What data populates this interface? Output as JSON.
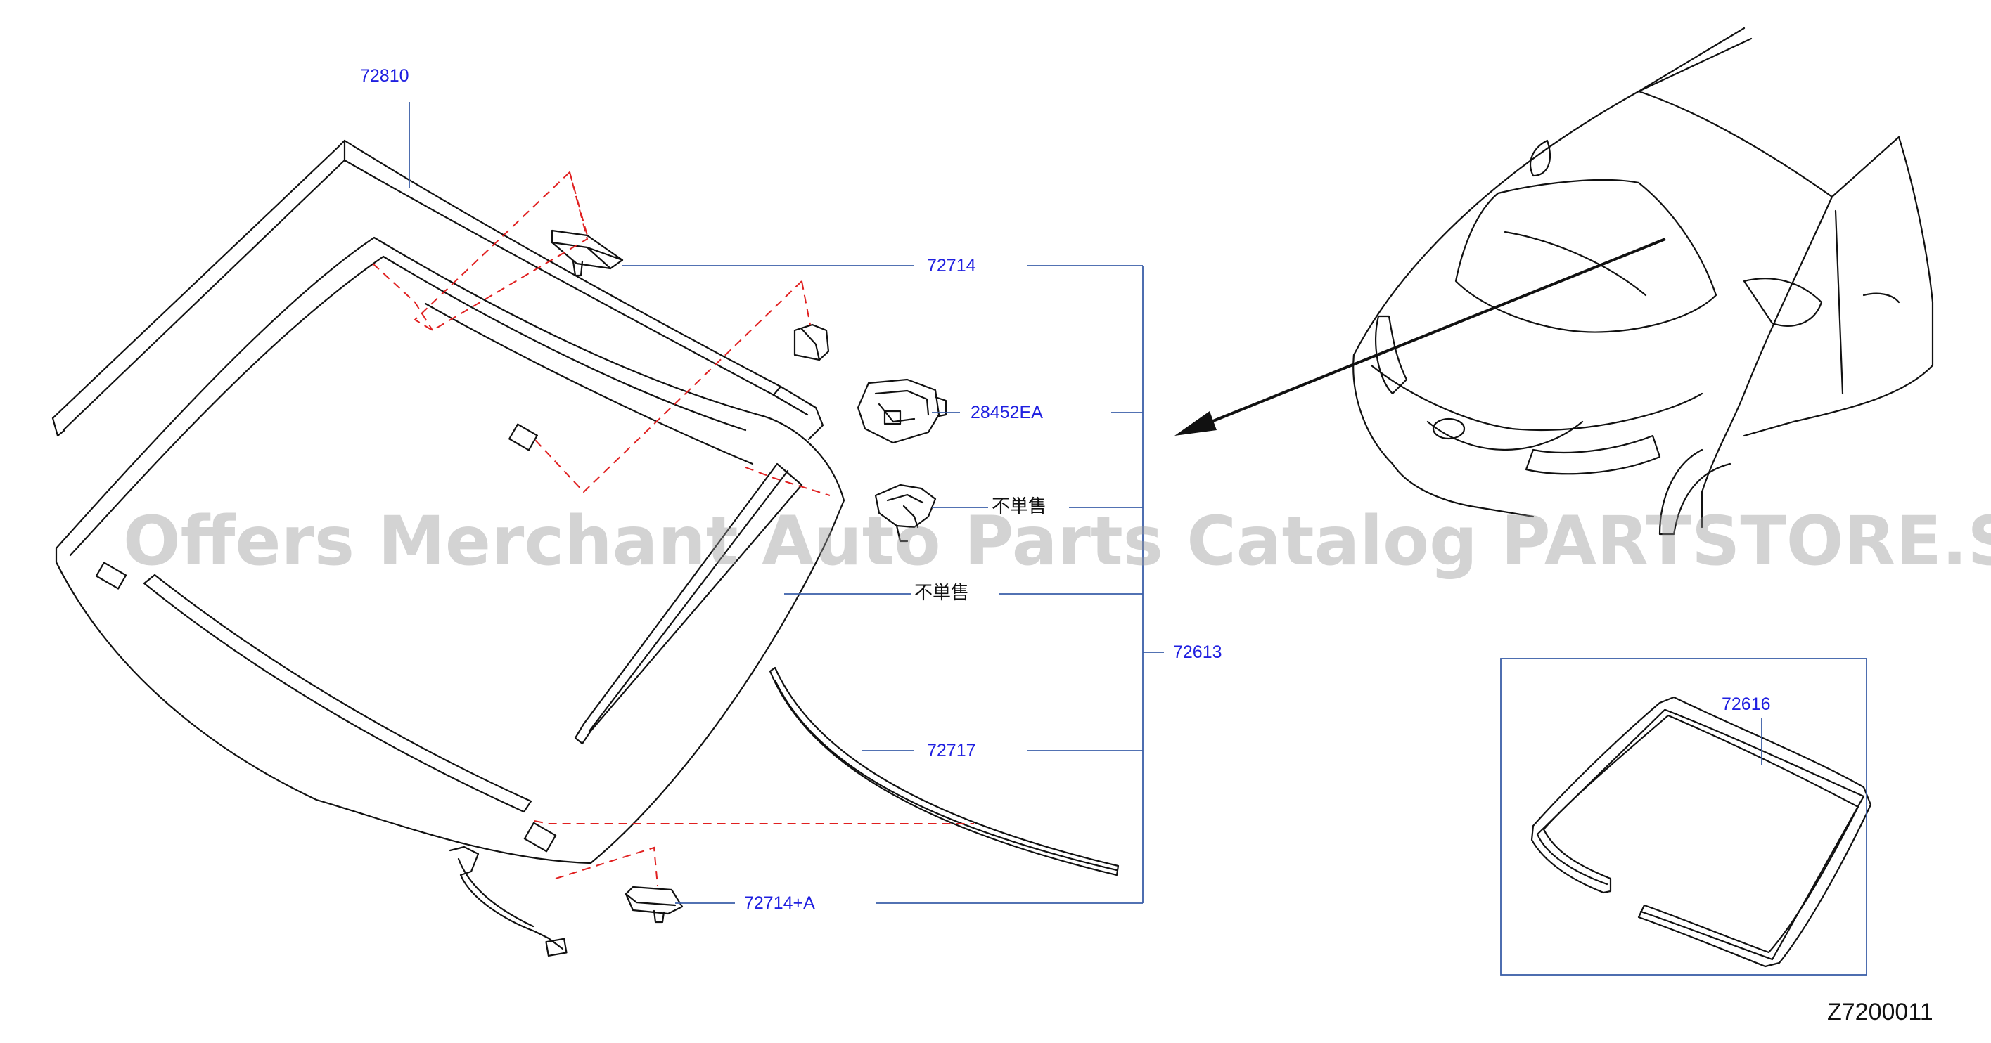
{
  "diagram": {
    "callouts": {
      "c72810": "72810",
      "c72714": "72714",
      "c28452EA": "28452EA",
      "not_sold_1": "不単售",
      "not_sold_2": "不単售",
      "c72613": "72613",
      "c72717": "72717",
      "c72714A": "72714+A",
      "c72616": "72616"
    },
    "drawing_code": "Z7200011",
    "watermark": "Offers Merchant Auto Parts Catalog PARTSTORE.SA",
    "colors": {
      "line": "#111111",
      "callout_text": "#1f1fe0",
      "leader": "#3a5ea8",
      "hidden_line": "#e02020",
      "watermark": "#969696"
    }
  }
}
